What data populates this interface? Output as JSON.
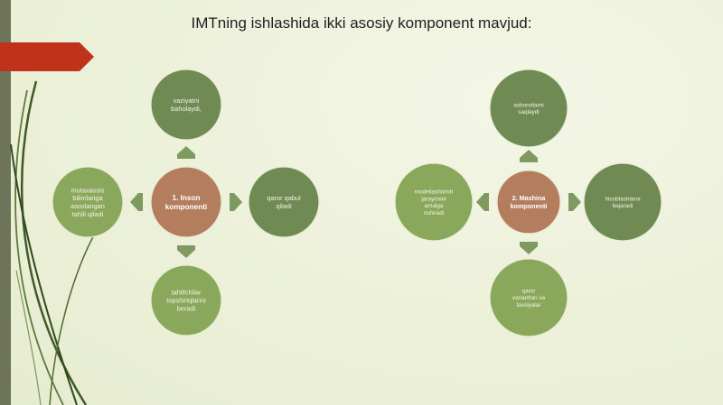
{
  "slide": {
    "title": "IMTning ishlashida ikki asosiy komponent mavjud:"
  },
  "colors": {
    "center": "#b47e5e",
    "satellite_dark": "#6f8a52",
    "satellite_light": "#8aa85c",
    "arrow": "#7f9a60",
    "red_tab": "#c0321b"
  },
  "diagrams": [
    {
      "center": [
        "1. Inson",
        "komponenti"
      ],
      "top": [
        "vaziyatni",
        "baholaydi,"
      ],
      "right": [
        "qaror qabul",
        "qiladi"
      ],
      "bottom": [
        "tahlilchilar",
        "topshiriqlarini",
        "beradi"
      ],
      "left": [
        "mutaxassis",
        "bilimlariga",
        "asoslangan",
        "tahlil qiladi"
      ]
    },
    {
      "center": [
        "2. Mashina",
        "komponenti"
      ],
      "top": [
        "axborotlarni",
        "saqlaydi"
      ],
      "right": [
        "hisoblashlarni",
        "bajaradi"
      ],
      "bottom": [
        "qaror",
        "variantlari va",
        "tavsiyalar"
      ],
      "left": [
        "modellashtirish",
        "jarayonini",
        "amalga",
        "oshiradi"
      ]
    }
  ]
}
